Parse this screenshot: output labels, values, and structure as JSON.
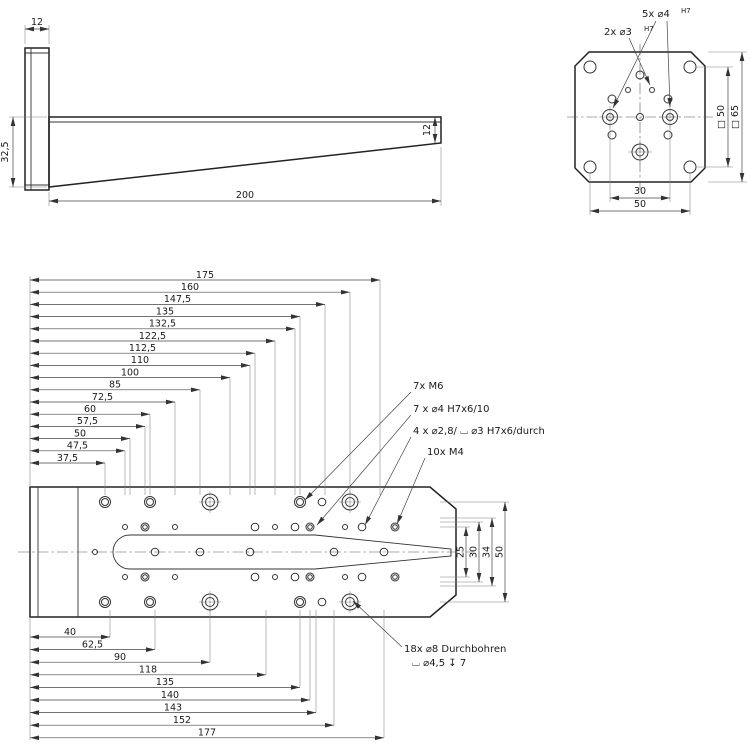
{
  "drawing": {
    "side_view": {
      "dim_width_top": "12",
      "dim_height_left": "32,5",
      "dim_height_right": "12",
      "dim_length_bottom": "200"
    },
    "end_view": {
      "callout_4h7": "5x ⌀4",
      "callout_4h7_sup": "H7",
      "callout_3h7": "2x ⌀3",
      "callout_3h7_sup": "H7",
      "dim_square_inner": "□ 50",
      "dim_square_outer": "□ 65",
      "dim_hole_spacing": "30",
      "dim_corner_spacing": "50"
    },
    "top_view": {
      "upper_dims": [
        "175",
        "160",
        "147,5",
        "135",
        "132,5",
        "122,5",
        "112,5",
        "110",
        "100",
        "85",
        "72,5",
        "60",
        "57,5",
        "50",
        "47,5",
        "37,5"
      ],
      "lower_dims": [
        "40",
        "62,5",
        "90",
        "118",
        "135",
        "140",
        "143",
        "152",
        "177"
      ],
      "right_dims": [
        "25",
        "30",
        "34",
        "50"
      ],
      "callout_m6": "7x M6",
      "callout_d4": "7 x ⌀4 H7x6/10",
      "callout_d28": "4 x ⌀2,8/ ⌴ ⌀3 H7x6/durch",
      "callout_m4": "10x M4",
      "callout_d8_line1": "18x ⌀8 Durchbohren",
      "callout_d8_line2": "⌴ ⌀4,5 ↧ 7"
    }
  }
}
